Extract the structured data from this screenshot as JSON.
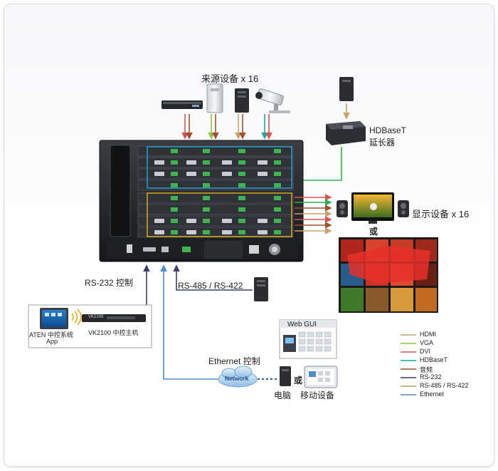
{
  "labels": {
    "sources": "来源设备 x 16",
    "hdbaset_title": "HDBaseT",
    "hdbaset_sub": "延长器",
    "display": "显示设备 x 16",
    "or": "或",
    "rs232": "RS-232 控制",
    "rs485": "RS-485 / RS-422",
    "ethernet": "Ethernet 控制",
    "network": "Network",
    "webgui": "Web GUI",
    "pc": "电脑",
    "mobile": "移动设备",
    "aten_app_line1": "ATEN 中控系统",
    "aten_app_line2": "App",
    "vk2100": "VK2100 中控主机",
    "vk2100_panel": "VK2100"
  },
  "legend": [
    {
      "label": "HDMI",
      "color": "#c9a06c"
    },
    {
      "label": "VGA",
      "color": "#8dc63f"
    },
    {
      "label": "DVI",
      "color": "#d9544f"
    },
    {
      "label": "HDBaseT",
      "color": "#1aa9a0"
    },
    {
      "label": "音频",
      "color": "#a0522d"
    },
    {
      "label": "RS-232",
      "color": "#3a3f68"
    },
    {
      "label": "RS-485 / RS-422",
      "color": "#a7a35a"
    },
    {
      "label": "Ethernet",
      "color": "#4b8fcc"
    }
  ]
}
